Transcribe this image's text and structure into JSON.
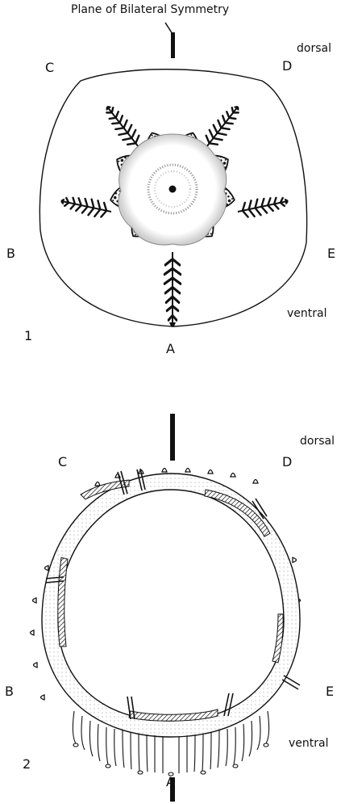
{
  "title": "Plane of Bilateral Symmetry",
  "figure1": {
    "number": "1",
    "orientation": {
      "top": "dorsal",
      "bottom": "ventral"
    },
    "arms": {
      "A": "A",
      "B": "B",
      "C": "C",
      "D": "D",
      "E": "E"
    }
  },
  "figure2": {
    "number": "2",
    "orientation": {
      "top": "dorsal",
      "bottom": "ventral"
    },
    "arms": {
      "A": "A",
      "B": "B",
      "C": "C",
      "D": "D",
      "E": "E"
    }
  }
}
